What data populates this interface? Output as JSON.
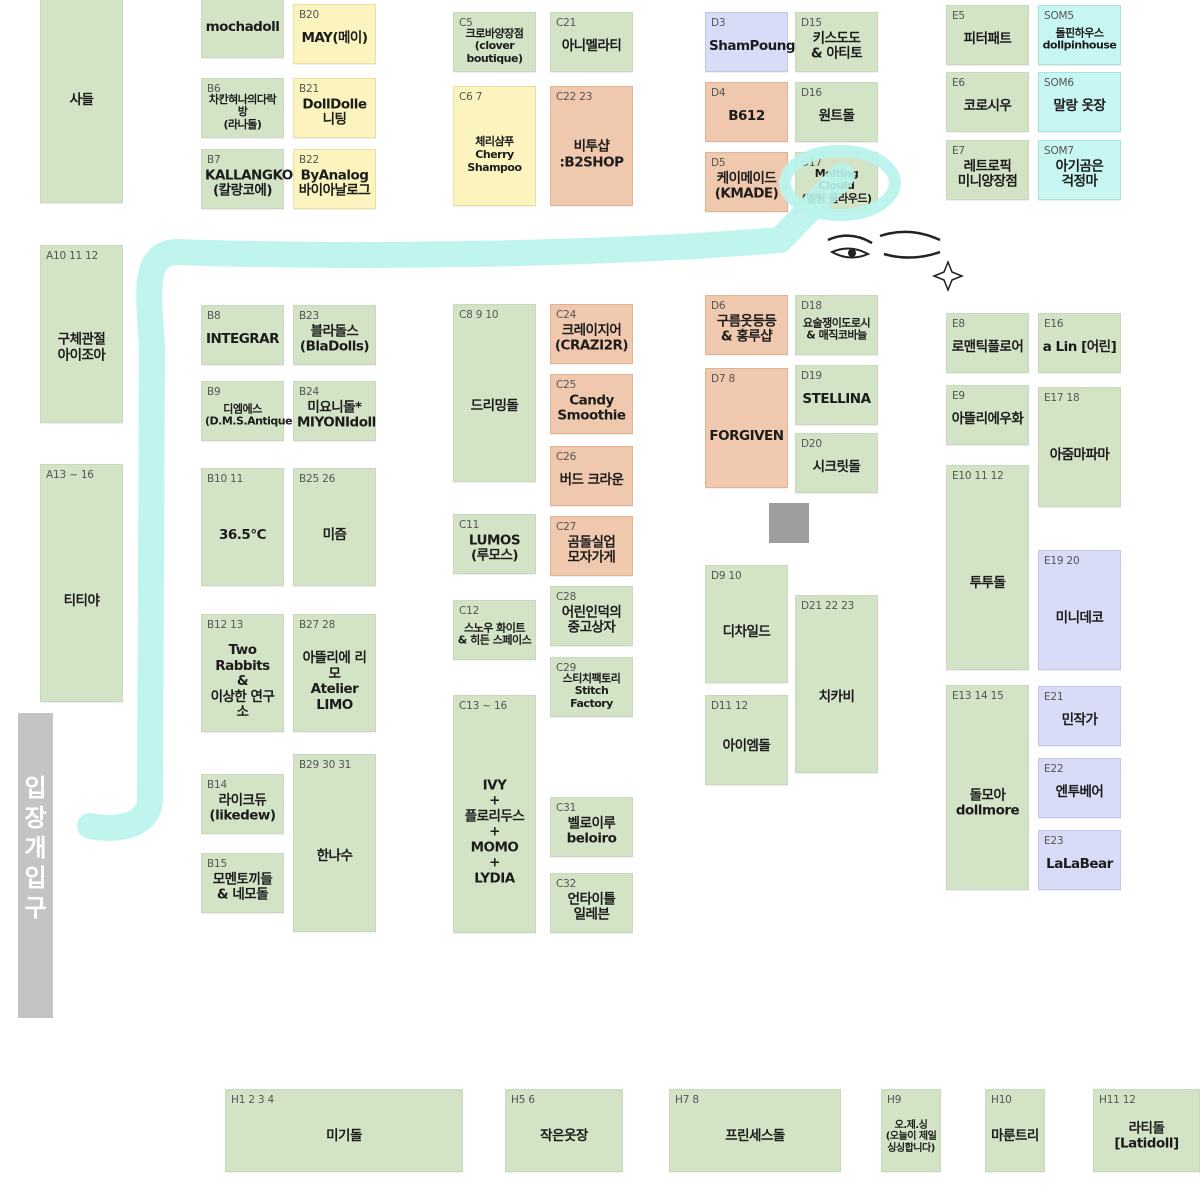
{
  "map": {
    "entrance_label": "입\n장\n개\n입\n구",
    "booths": [
      {
        "id": "a-top",
        "code": "",
        "name": "사들",
        "color": "g"
      },
      {
        "id": "a10",
        "code": "A10 11 12",
        "name": "구체관절\n아이조아",
        "color": "g"
      },
      {
        "id": "a13",
        "code": "A13 ~ 16",
        "name": "티티야",
        "color": "g"
      },
      {
        "id": "mocha",
        "code": "",
        "name": "mochadoll",
        "color": "g"
      },
      {
        "id": "b6",
        "code": "B6",
        "name": "차칸혀나의다락방\n(라나돌)",
        "color": "g"
      },
      {
        "id": "b7",
        "code": "B7",
        "name": "KALLANGKOE\n(칼랑코에)",
        "color": "g"
      },
      {
        "id": "b8",
        "code": "B8",
        "name": "INTEGRAR",
        "color": "g"
      },
      {
        "id": "b9",
        "code": "B9",
        "name": "디엠에스\n(D.M.S.Antique)",
        "color": "g"
      },
      {
        "id": "b10",
        "code": "B10 11",
        "name": "36.5°C",
        "color": "g"
      },
      {
        "id": "b12",
        "code": "B12 13",
        "name": "Two Rabbits\n&\n이상한 연구소",
        "color": "g"
      },
      {
        "id": "b14",
        "code": "B14",
        "name": "라이크듀\n(likedew)",
        "color": "g"
      },
      {
        "id": "b15",
        "code": "B15",
        "name": "모멘토끼들\n& 네모돌",
        "color": "g"
      },
      {
        "id": "b20",
        "code": "B20",
        "name": "MAY(메이)",
        "color": "y"
      },
      {
        "id": "b21",
        "code": "B21",
        "name": "DollDolle니팅",
        "color": "y"
      },
      {
        "id": "b22",
        "code": "B22",
        "name": "ByAnalog\n바이아날로그",
        "color": "y"
      },
      {
        "id": "b23",
        "code": "B23",
        "name": "블라돌스\n(BlaDolls)",
        "color": "g"
      },
      {
        "id": "b24",
        "code": "B24",
        "name": "미요니돌*\nMIYONIdoll",
        "color": "g"
      },
      {
        "id": "b25",
        "code": "B25 26",
        "name": "미즘",
        "color": "g"
      },
      {
        "id": "b27",
        "code": "B27 28",
        "name": "아뜰리에 리모\nAtelier LIMO",
        "color": "g"
      },
      {
        "id": "b29",
        "code": "B29 30 31",
        "name": "한나수",
        "color": "g"
      },
      {
        "id": "c5",
        "code": "C5",
        "name": "크로바양장점\n(clover boutique)",
        "color": "g"
      },
      {
        "id": "c6",
        "code": "C6 7",
        "name": "체리샴푸\nCherry Shampoo",
        "color": "y"
      },
      {
        "id": "c8",
        "code": "C8 9 10",
        "name": "드리밍돌",
        "color": "g"
      },
      {
        "id": "c11",
        "code": "C11",
        "name": "LUMOS\n(루모스)",
        "color": "g"
      },
      {
        "id": "c12",
        "code": "C12",
        "name": "스노우 화이트\n& 히든 스페이스",
        "color": "g"
      },
      {
        "id": "c13",
        "code": "C13 ~ 16",
        "name": "IVY\n+\n플로리두스\n+\nMOMO\n+\nLYDIA",
        "color": "g"
      },
      {
        "id": "c21",
        "code": "C21",
        "name": "아니멜라티",
        "color": "g"
      },
      {
        "id": "c22",
        "code": "C22 23",
        "name": "비투샵\n:B2SHOP",
        "color": "o"
      },
      {
        "id": "c24",
        "code": "C24",
        "name": "크레이지어\n(CRAZI2R)",
        "color": "o"
      },
      {
        "id": "c25",
        "code": "C25",
        "name": "Candy\nSmoothie",
        "color": "o"
      },
      {
        "id": "c26",
        "code": "C26",
        "name": "버드 크라운",
        "color": "o"
      },
      {
        "id": "c27",
        "code": "C27",
        "name": "곰돌실업\n모자가게",
        "color": "o"
      },
      {
        "id": "c28",
        "code": "C28",
        "name": "어린인덕의\n중고상자",
        "color": "g"
      },
      {
        "id": "c29",
        "code": "C29",
        "name": "스티치팩토리\nStitch Factory",
        "color": "g"
      },
      {
        "id": "c31",
        "code": "C31",
        "name": "벨로이루\nbeloiro",
        "color": "g"
      },
      {
        "id": "c32",
        "code": "C32",
        "name": "언타이틀\n일레븐",
        "color": "g"
      },
      {
        "id": "d3",
        "code": "D3",
        "name": "ShamPoung",
        "color": "p"
      },
      {
        "id": "d4",
        "code": "D4",
        "name": "B612",
        "color": "o"
      },
      {
        "id": "d5",
        "code": "D5",
        "name": "케이메이드\n(KMADE)",
        "color": "o"
      },
      {
        "id": "d6",
        "code": "D6",
        "name": "구름옷등등\n& 홍루샵",
        "color": "o"
      },
      {
        "id": "d7",
        "code": "D7 8",
        "name": "FORGIVEN",
        "color": "o"
      },
      {
        "id": "d9",
        "code": "D9 10",
        "name": "디차일드",
        "color": "g"
      },
      {
        "id": "d11",
        "code": "D11 12",
        "name": "아이엠돌",
        "color": "g"
      },
      {
        "id": "d15",
        "code": "D15",
        "name": "키스도도\n& 아티토",
        "color": "g"
      },
      {
        "id": "d16",
        "code": "D16",
        "name": "원트돌",
        "color": "g"
      },
      {
        "id": "d17",
        "code": "D17",
        "name": "Melting Clould\n(멜팅 클라우드)",
        "color": "g"
      },
      {
        "id": "d18",
        "code": "D18",
        "name": "요술쟁이도로시\n& 매직코바늘",
        "color": "g"
      },
      {
        "id": "d19",
        "code": "D19",
        "name": "STELLINA",
        "color": "g"
      },
      {
        "id": "d20",
        "code": "D20",
        "name": "시크릿돌",
        "color": "g"
      },
      {
        "id": "d21",
        "code": "D21 22 23",
        "name": "치카비",
        "color": "g"
      },
      {
        "id": "e5",
        "code": "E5",
        "name": "피터패트",
        "color": "g"
      },
      {
        "id": "e6",
        "code": "E6",
        "name": "코로시우",
        "color": "g"
      },
      {
        "id": "e7",
        "code": "E7",
        "name": "레트로픽\n미니양장점",
        "color": "g"
      },
      {
        "id": "e8",
        "code": "E8",
        "name": "로맨틱플로어",
        "color": "g"
      },
      {
        "id": "e9",
        "code": "E9",
        "name": "아뜰리에우화",
        "color": "g"
      },
      {
        "id": "e10",
        "code": "E10 11 12",
        "name": "투투돌",
        "color": "g"
      },
      {
        "id": "e13",
        "code": "E13 14 15",
        "name": "돌모아\ndollmore",
        "color": "g"
      },
      {
        "id": "som5",
        "code": "SOM5",
        "name": "돌핀하우스\ndollpinhouse",
        "color": "c"
      },
      {
        "id": "som6",
        "code": "SOM6",
        "name": "말랑 옷장",
        "color": "c"
      },
      {
        "id": "som7",
        "code": "SOM7",
        "name": "아기곰은\n걱정마",
        "color": "c"
      },
      {
        "id": "e16",
        "code": "E16",
        "name": "a Lin [어린]",
        "color": "g"
      },
      {
        "id": "e17",
        "code": "E17 18",
        "name": "아줌마파마",
        "color": "g"
      },
      {
        "id": "e19",
        "code": "E19 20",
        "name": "미니데코",
        "color": "p"
      },
      {
        "id": "e21",
        "code": "E21",
        "name": "민작가",
        "color": "p"
      },
      {
        "id": "e22",
        "code": "E22",
        "name": "엔투베어",
        "color": "p"
      },
      {
        "id": "e23",
        "code": "E23",
        "name": "LaLaBear",
        "color": "p"
      },
      {
        "id": "h1",
        "code": "H1 2 3 4",
        "name": "미기돌",
        "color": "g"
      },
      {
        "id": "h5",
        "code": "H5 6",
        "name": "작은옷장",
        "color": "g"
      },
      {
        "id": "h7",
        "code": "H7 8",
        "name": "프린세스돌",
        "color": "g"
      },
      {
        "id": "h9",
        "code": "H9",
        "name": "오.제.싱\n(오늘이 제일\n싱싱합니다)",
        "color": "g"
      },
      {
        "id": "h10",
        "code": "H10",
        "name": "마룬트리",
        "color": "g"
      },
      {
        "id": "h11",
        "code": "H11 12",
        "name": "라티돌\n[Latidoll]",
        "color": "g"
      }
    ]
  }
}
